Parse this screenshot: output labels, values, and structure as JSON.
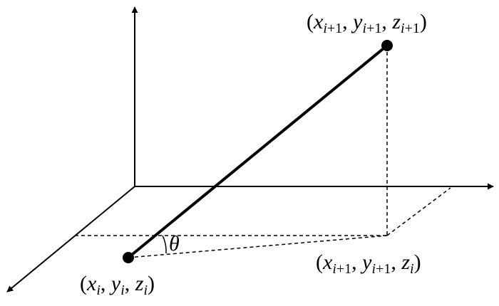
{
  "diagram": {
    "labels": {
      "point_top": "(x_{i+1}, y_{i+1}, z_{i+1})",
      "point_mid": "(x_{i+1}, y_{i+1}, z_i)",
      "point_bottom": "(x_i, y_i, z_i)",
      "angle": "θ"
    },
    "colors": {
      "ink": "#000000",
      "background": "#ffffff"
    }
  }
}
